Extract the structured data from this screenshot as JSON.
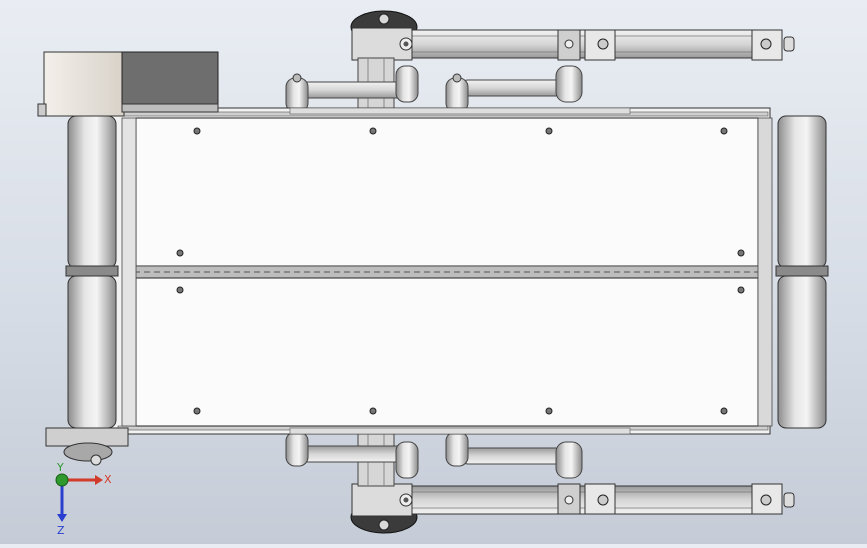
{
  "viewport": {
    "model": "belt-conveyor-assembly-top-view",
    "background_gradient": [
      "#e9edf3",
      "#c5ccd7"
    ]
  },
  "triad": {
    "x_label": "X",
    "y_label": "Y",
    "z_label": "Z",
    "x_color": "#d23a2a",
    "y_color": "#2e9a2e",
    "z_color": "#2a3fd0"
  }
}
